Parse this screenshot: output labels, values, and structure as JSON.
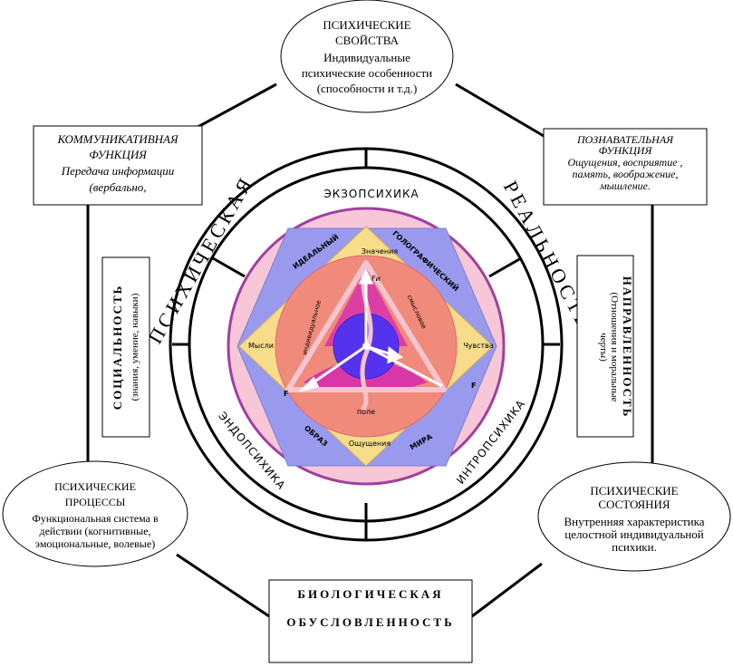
{
  "top_ellipse": {
    "title1": "ПСИХИЧЕСКИЕ",
    "title2": "СВОЙСТВА",
    "line1": "Индивидуальные",
    "line2": "психические особенности",
    "line3": "(способности и т.д.)"
  },
  "left_box": {
    "title1": "КОММУНИКАТИВНАЯ",
    "title2": "ФУНКЦИЯ",
    "line1": "Передача информации",
    "line2": "(вербально,"
  },
  "right_box": {
    "title1": "ПОЗНАВАТЕЛЬНАЯ",
    "title2": "ФУНКЦИЯ",
    "line1": "Ощущения, восприятие ,",
    "line2": "память, воображение,",
    "line3": "мышление."
  },
  "side_left": {
    "title": "СОЦИАЛЬНОСТЬ",
    "sub": "(знания, умение, навыки)"
  },
  "side_right": {
    "title": "НАПРАВЛЕННОСТЬ",
    "sub1": "(Отношения и моральные",
    "sub2": "черты)"
  },
  "left_ellipse": {
    "title1": "ПСИХИЧЕСКИЕ",
    "title2": "ПРОЦЕССЫ",
    "line1": "Функциональная система в",
    "line2": "действии (когнитивные,",
    "line3": "эмоциональные, волевые)"
  },
  "right_ellipse": {
    "title1": "ПСИХИЧЕСКИЕ",
    "title2": "СОСТОЯНИЯ",
    "line1": "Внутренняя характеристика",
    "line2": "целостной индивидуальной",
    "line3": "психики."
  },
  "bottom_box": {
    "line1": "БИОЛОГИЧЕСКАЯ",
    "line2": "ОБУСЛОВЛЕННОСТЬ"
  },
  "ring": {
    "left": "ПСИХИЧЕСКАЯ",
    "right": "РЕАЛЬНОСТЬ"
  },
  "inner_ring": {
    "top": "ЭКЗОПСИХИКА",
    "bottom_left": "ЭНДОПСИХИКА",
    "bottom_right": "ИНТРОПСИХИКА"
  },
  "core": {
    "ideal": "ИДЕАЛЬНЫЙ",
    "holo": "ГОЛОГРАФИЧЕСКИЙ",
    "obraz": "ОБРАЗ",
    "mira": "МИРА",
    "znach": "Значения",
    "mysli": "Мысли",
    "chuvstva": "Чувства",
    "oshch": "Ощущения",
    "pole": "поле",
    "indiv": "индивидуальное",
    "smysly": "смысловое",
    "f_top": "Fи",
    "f_left": "F",
    "f_right": "F"
  },
  "colors": {
    "hexagon": "#9999ee",
    "diamond": "#f7dc8a",
    "pink_circle": "#f7c7d7",
    "salmon_circle": "#f08a7a",
    "magenta": "#d936a8",
    "blue_core": "#5533ee",
    "frame_purple": "#a040a0"
  }
}
